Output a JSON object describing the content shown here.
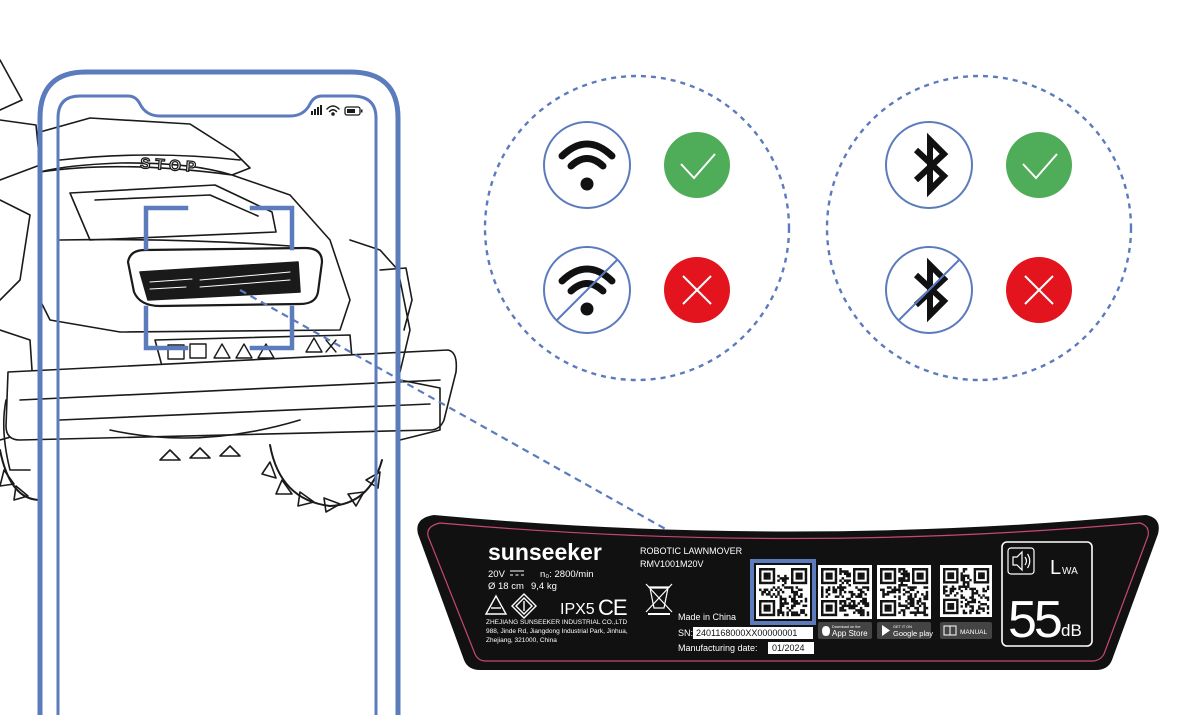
{
  "colors": {
    "accent_blue": "#5b7bbd",
    "dashed_blue": "#5b7bbd",
    "ok_green": "#4fac58",
    "error_red": "#e3141d",
    "label_bg": "#111111",
    "label_trim": "#c8467a",
    "line_art": "#1a1a1a"
  },
  "icons": {
    "wifi": "wifi-icon",
    "wifi_off": "wifi-off-icon",
    "bluetooth": "bluetooth-icon",
    "bluetooth_off": "bluetooth-off-icon",
    "ok": "checkmark-icon",
    "error": "cross-icon",
    "scan_frame": "scan-frame-icon",
    "signal": "signal-icon",
    "battery": "battery-icon"
  },
  "mower": {
    "stop_label": "STOP"
  },
  "label": {
    "brand": "sunseeker",
    "product_type": "ROBOTIC LAWNMOVER",
    "model": "RMV1001M20V",
    "voltage": "20V",
    "speed": "n₀: 2800/min",
    "cut_diameter": "Ø 18 cm",
    "weight": "9,4 kg",
    "ip_rating": "IPX5",
    "ce_mark": "CE",
    "origin": "Made in China",
    "company": "ZHEJIANG SUNSEEKER INDUSTRIAL CO.,LTD",
    "address_line1": "988, Jinde Rd, Jiangdong Industrial Park, Jinhua,",
    "address_line2": "Zhejiang, 321000, China",
    "sn_label": "SN:",
    "sn_value": "2401168000XX00000001",
    "mfg_label": "Manufacturing date:",
    "mfg_value": "01/2024",
    "appstore_small": "Download on the",
    "appstore": "App Store",
    "googleplay_small": "GET IT ON",
    "googleplay": "Google play",
    "manual": "MANUAL",
    "noise_symbol": "L",
    "noise_sub": "WA",
    "noise_value": "55",
    "noise_unit": "dB"
  }
}
